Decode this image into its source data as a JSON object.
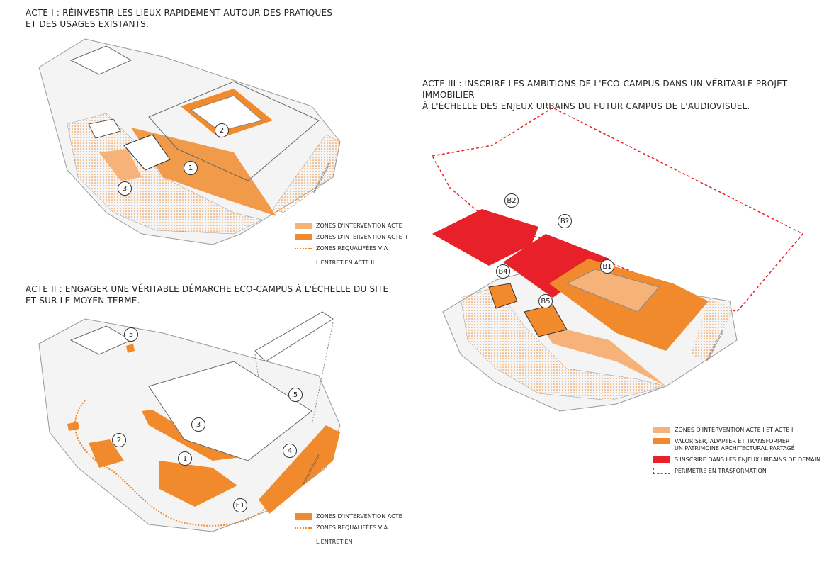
{
  "acte1": {
    "title": "ACTE I : RÉINVESTIR LES LIEUX RAPIDEMENT AUTOUR DES PRATIQUES\nET DES USAGES EXISTANTS.",
    "markers": [
      "2",
      "1",
      "3"
    ],
    "street": "Avenue de l'Europe",
    "legend": [
      "ZONES D'INTERVENTION ACTE I",
      "ZONES D'INTERVENTION ACTE II",
      "ZONES REQUALIFÉES VIA",
      "L'ENTRETIEN ACTE II"
    ]
  },
  "acte2": {
    "title": "ACTE II : ENGAGER UNE VÉRITABLE DÉMARCHE ECO-CAMPUS À L'ÉCHELLE DU SITE\nET SUR LE MOYEN TERME.",
    "markers": [
      "5",
      "2",
      "3",
      "5",
      "4",
      "1",
      "E1"
    ],
    "street": "Avenue de l'Europe",
    "legend": [
      "ZONES D'INTERVENTION ACTE I",
      "ZONES REQUALIFÉES VIA",
      "L'ENTRETIEN"
    ]
  },
  "acte3": {
    "title": "ACTE III :  INSCRIRE LES AMBITIONS DE L'ECO-CAMPUS DANS UN VÉRITABLE PROJET IMMOBILIER\nÀ L'ÉCHELLE DES ENJEUX URBAINS DU FUTUR CAMPUS DE L'AUDIOVISUEL.",
    "markers": [
      "B2",
      "B?",
      "B1",
      "B4",
      "B5"
    ],
    "street": "Avenue de l'Europe",
    "legend": [
      "ZONES D'INTERVENTION ACTE I ET ACTE II",
      "VALORISER, ADAPTER ET TRANSFORMER",
      "UN PATRIMOINE ARCHITECTURAL PARTAGÉ",
      "S'INSCRIRE DANS LES ENJEUX URBAINS DE DEMAIN",
      "PERIMETRE EN TRASFORMATION"
    ]
  },
  "colors": {
    "light_orange": "#f7b27a",
    "orange": "#f08a2c",
    "red": "#e8202a"
  }
}
